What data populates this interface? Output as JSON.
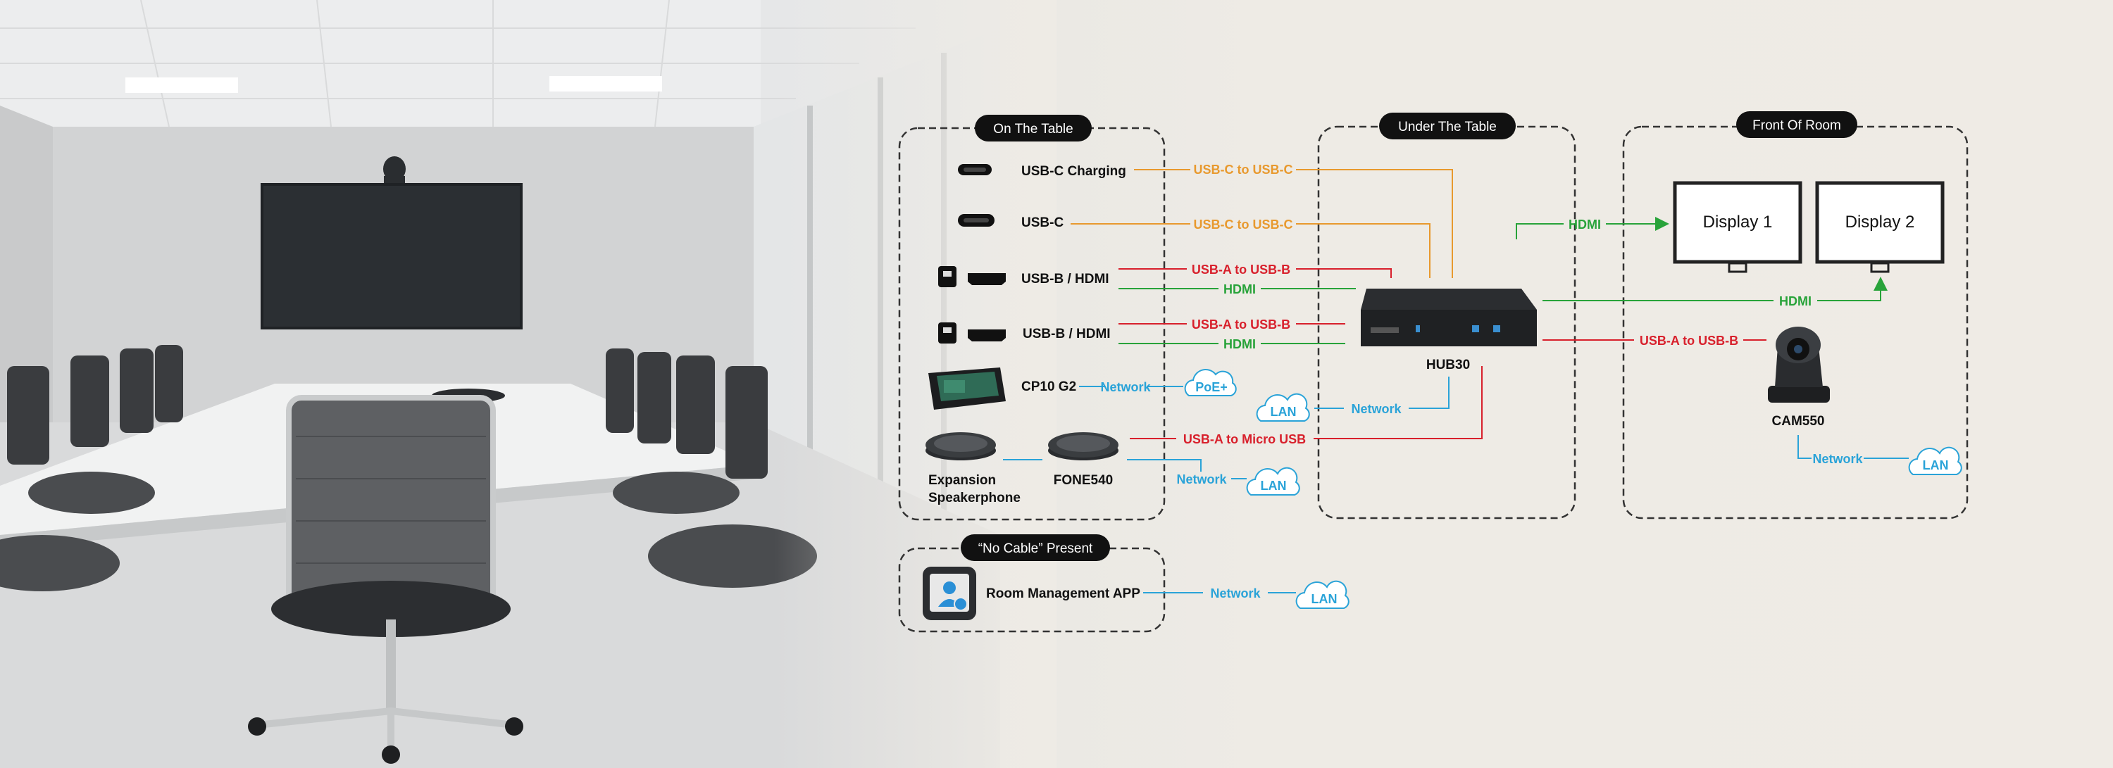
{
  "groups": {
    "on_table": "On The Table",
    "under_table": "Under The Table",
    "front_room": "Front Of Room",
    "no_cable": "“No Cable” Present"
  },
  "devices": {
    "usbc_charging": "USB-C Charging",
    "usbc": "USB-C",
    "usbb_hdmi_1": "USB-B / HDMI",
    "usbb_hdmi_2": "USB-B / HDMI",
    "cp10": "CP10 G2",
    "poe": "PoE+",
    "expansion_line1": "Expansion",
    "expansion_line2": "Speakerphone",
    "fone540": "FONE540",
    "hub30": "HUB30",
    "display1": "Display 1",
    "display2": "Display 2",
    "cam550": "CAM550",
    "room_app": "Room Management APP"
  },
  "cables": {
    "usbc_to_usbc_1": "USB-C to USB-C",
    "usbc_to_usbc_2": "USB-C to USB-C",
    "usba_usbb_1": "USB-A to USB-B",
    "hdmi_1": "HDMI",
    "usba_usbb_2": "USB-A to USB-B",
    "hdmi_2": "HDMI",
    "network_cp10": "Network",
    "network_hub": "Network",
    "usba_micro": "USB-A to Micro USB",
    "network_fone": "Network",
    "hdmi_display1": "HDMI",
    "hdmi_display2": "HDMI",
    "usba_usbb_cam": "USB-A to USB-B",
    "network_cam": "Network",
    "network_app": "Network"
  },
  "lan": {
    "hub": "LAN",
    "fone": "LAN",
    "cam": "LAN",
    "app": "LAN"
  },
  "colors": {
    "orange": "#e8992e",
    "red": "#d8202c",
    "green": "#28a33a",
    "blue": "#2aa3d8",
    "pill_bg": "#111111"
  }
}
